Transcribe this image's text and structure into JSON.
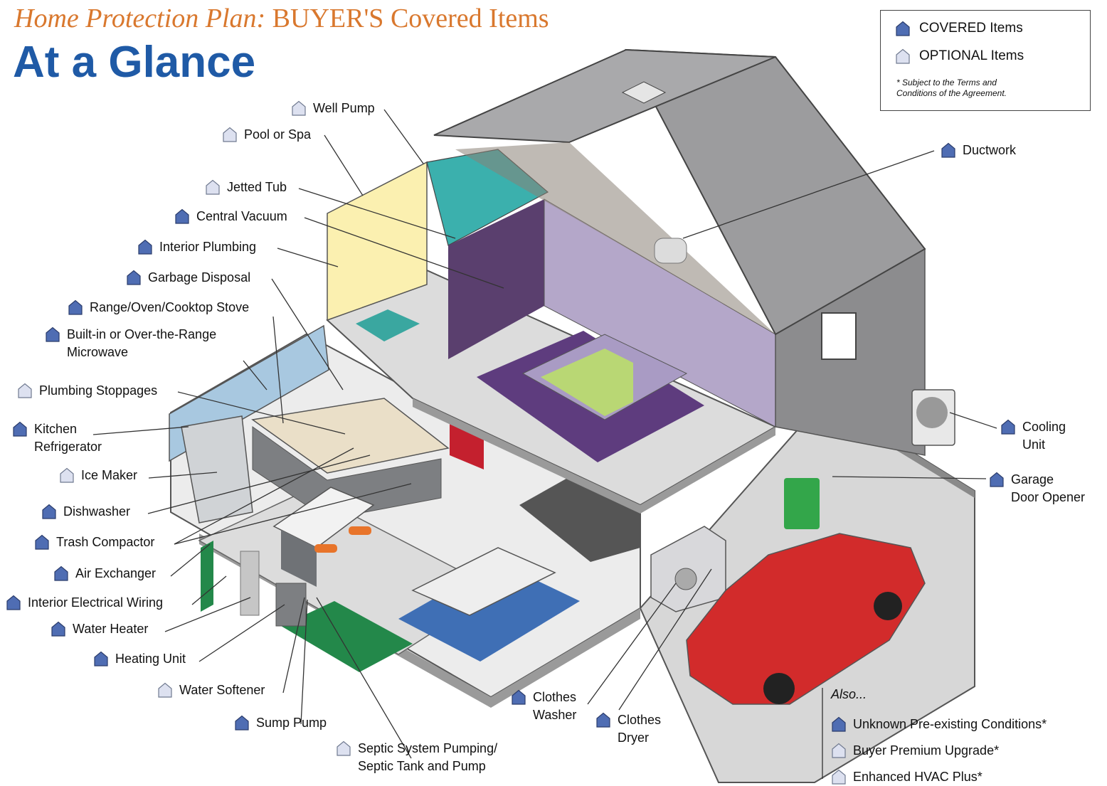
{
  "header": {
    "subtitle_a": "Home Protection Plan:",
    "subtitle_b": "BUYER'S Covered Items",
    "title": "At a Glance"
  },
  "legend": {
    "covered": "COVERED Items",
    "optional": "OPTIONAL Items",
    "note": "* Subject to the Terms and\n  Conditions of the Agreement."
  },
  "colors": {
    "covered_icon": "#4f6db3",
    "optional_icon": "#dde1f0",
    "title_blue": "#1f5aa6",
    "subtitle_orange": "#d9782e"
  },
  "callouts": {
    "well_pump": "Well Pump",
    "pool_spa": "Pool or Spa",
    "jetted_tub": "Jetted Tub",
    "central_vacuum": "Central Vacuum",
    "interior_plumbing": "Interior Plumbing",
    "garbage_disposal": "Garbage Disposal",
    "range_oven": "Range/Oven/Cooktop Stove",
    "microwave": "Built-in or Over-the-Range\nMicrowave",
    "plumbing_stoppages": "Plumbing Stoppages",
    "kitchen_refrigerator": "Kitchen\nRefrigerator",
    "ice_maker": "Ice Maker",
    "dishwasher": "Dishwasher",
    "trash_compactor": "Trash Compactor",
    "air_exchanger": "Air Exchanger",
    "electrical_wiring": "Interior Electrical Wiring",
    "water_heater": "Water Heater",
    "heating_unit": "Heating Unit",
    "water_softener": "Water Softener",
    "sump_pump": "Sump Pump",
    "septic": "Septic System Pumping/\nSeptic Tank and Pump",
    "clothes_washer": "Clothes\nWasher",
    "clothes_dryer": "Clothes\nDryer",
    "ductwork": "Ductwork",
    "cooling_unit": "Cooling\nUnit",
    "garage_door_opener": "Garage\nDoor Opener"
  },
  "also": {
    "title": "Also...",
    "items": [
      "Unknown Pre-existing Conditions*",
      "Buyer Premium Upgrade*",
      "Enhanced HVAC Plus*"
    ]
  }
}
